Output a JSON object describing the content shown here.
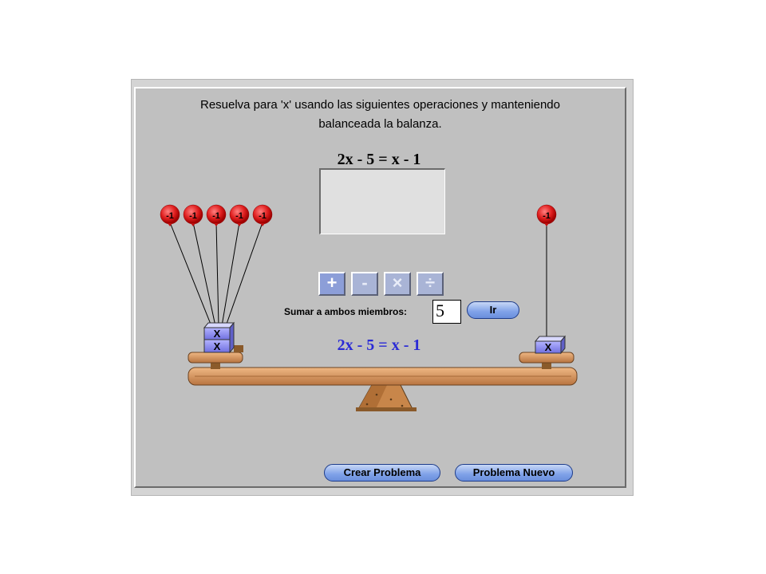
{
  "instructions": {
    "line1": "Resuelva para 'x' usando las siguientes operaciones y manteniendo",
    "line2": "balanceada la balanza."
  },
  "problem_equation": "2x - 5 = x - 1",
  "operations": {
    "add": "+",
    "subtract": "-",
    "multiply": "×",
    "divide": "÷",
    "active": "add"
  },
  "operation_label": "Sumar a ambos miembros:",
  "operand_value": "5",
  "go_label": "Ir",
  "result_equation": "2x - 5 = x - 1",
  "scale": {
    "left": {
      "balloons": [
        "-1",
        "-1",
        "-1",
        "-1",
        "-1"
      ],
      "blocks": [
        "X",
        "X"
      ]
    },
    "right": {
      "balloons": [
        "-1"
      ],
      "blocks": [
        "X"
      ]
    }
  },
  "buttons": {
    "create": "Crear Problema",
    "new": "Problema Nuevo"
  },
  "colors": {
    "applet_bg": "#c0c0c0",
    "balloon": "#e02020",
    "block": "#8c8cf0",
    "wood": "#d7965c",
    "result_text": "#2a2ad6"
  }
}
